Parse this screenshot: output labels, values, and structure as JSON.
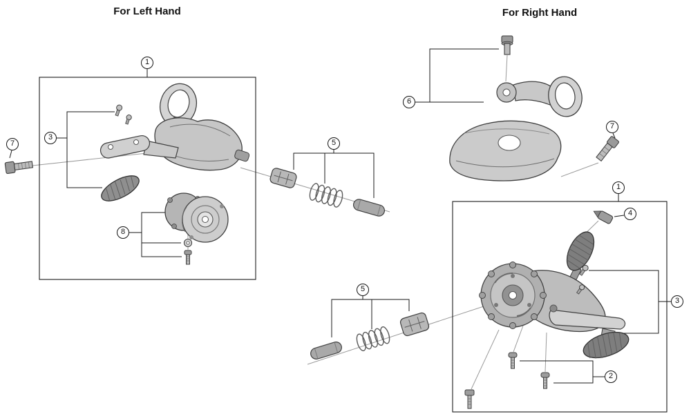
{
  "titles": {
    "left": "For Left Hand",
    "right": "For Right Hand"
  },
  "callouts": {
    "left_1": "1",
    "left_3": "3",
    "left_5": "5",
    "left_7": "7",
    "left_8": "8",
    "right_1": "1",
    "right_2": "2",
    "right_3": "3",
    "right_4": "4",
    "right_5": "5",
    "right_6": "6",
    "right_7": "7"
  },
  "colors": {
    "background": "#ffffff",
    "callout_line": "#1a1a1a",
    "axis_line": "#9a9a9a",
    "part_light": "#d2d2d2",
    "part_mid": "#b3b3b3",
    "part_dark": "#7e7e7e"
  }
}
